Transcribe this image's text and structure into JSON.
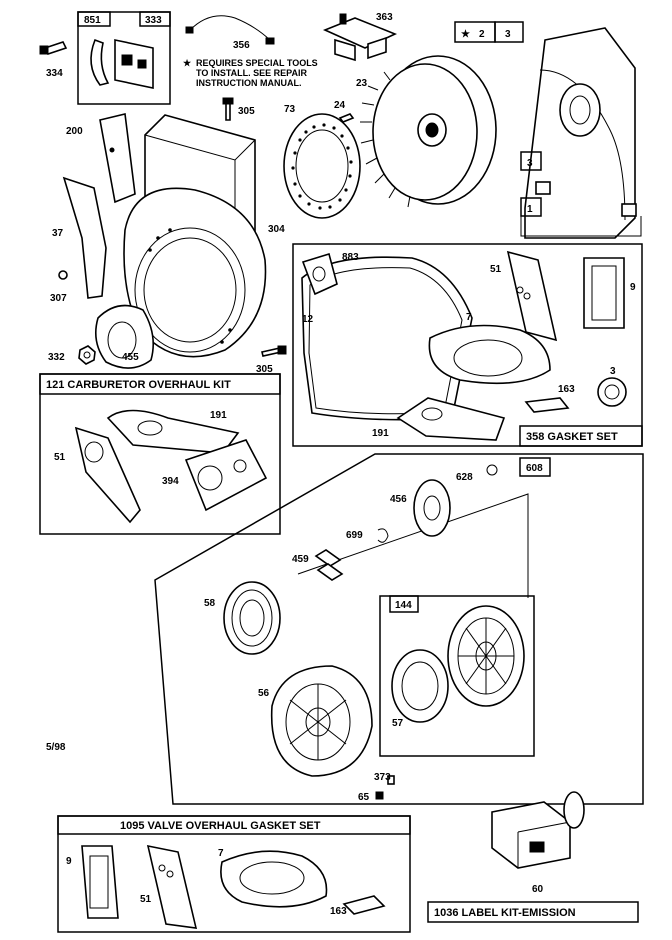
{
  "note": {
    "line1": "REQUIRES SPECIAL TOOLS",
    "line2": "TO INSTALL.  SEE REPAIR",
    "line3": "INSTRUCTION MANUAL."
  },
  "date_code": "5/98",
  "kits": {
    "carburetor": "121 CARBURETOR OVERHAUL KIT",
    "gasket_set": "358 GASKET SET",
    "valve_gasket": "1095 VALVE OVERHAUL GASKET SET",
    "label_kit": "1036 LABEL KIT-EMISSION"
  },
  "boxes": {
    "b851": "851",
    "b333": "333",
    "b2": "2",
    "b3": "3",
    "b3side": "3",
    "b1side": "1",
    "b608": "608",
    "b144": "144"
  },
  "parts": {
    "p334": "334",
    "p356": "356",
    "p363": "363",
    "p23": "23",
    "p73": "73",
    "p24": "24",
    "p305a": "305",
    "p200": "200",
    "p304": "304",
    "p37": "37",
    "p307": "307",
    "p332": "332",
    "p455": "455",
    "p305b": "305",
    "p883": "883",
    "p12": "12",
    "p51a": "51",
    "p9a": "9",
    "p7a": "7",
    "p3": "3",
    "p163a": "163",
    "p191a": "191",
    "p191b": "191",
    "p51b": "51",
    "p394": "394",
    "p628": "628",
    "p456": "456",
    "p699": "699",
    "p459": "459",
    "p58": "58",
    "p56": "56",
    "p57": "57",
    "p373": "373",
    "p65": "65",
    "p9b": "9",
    "p51c": "51",
    "p7b": "7",
    "p163b": "163",
    "p60": "60"
  }
}
